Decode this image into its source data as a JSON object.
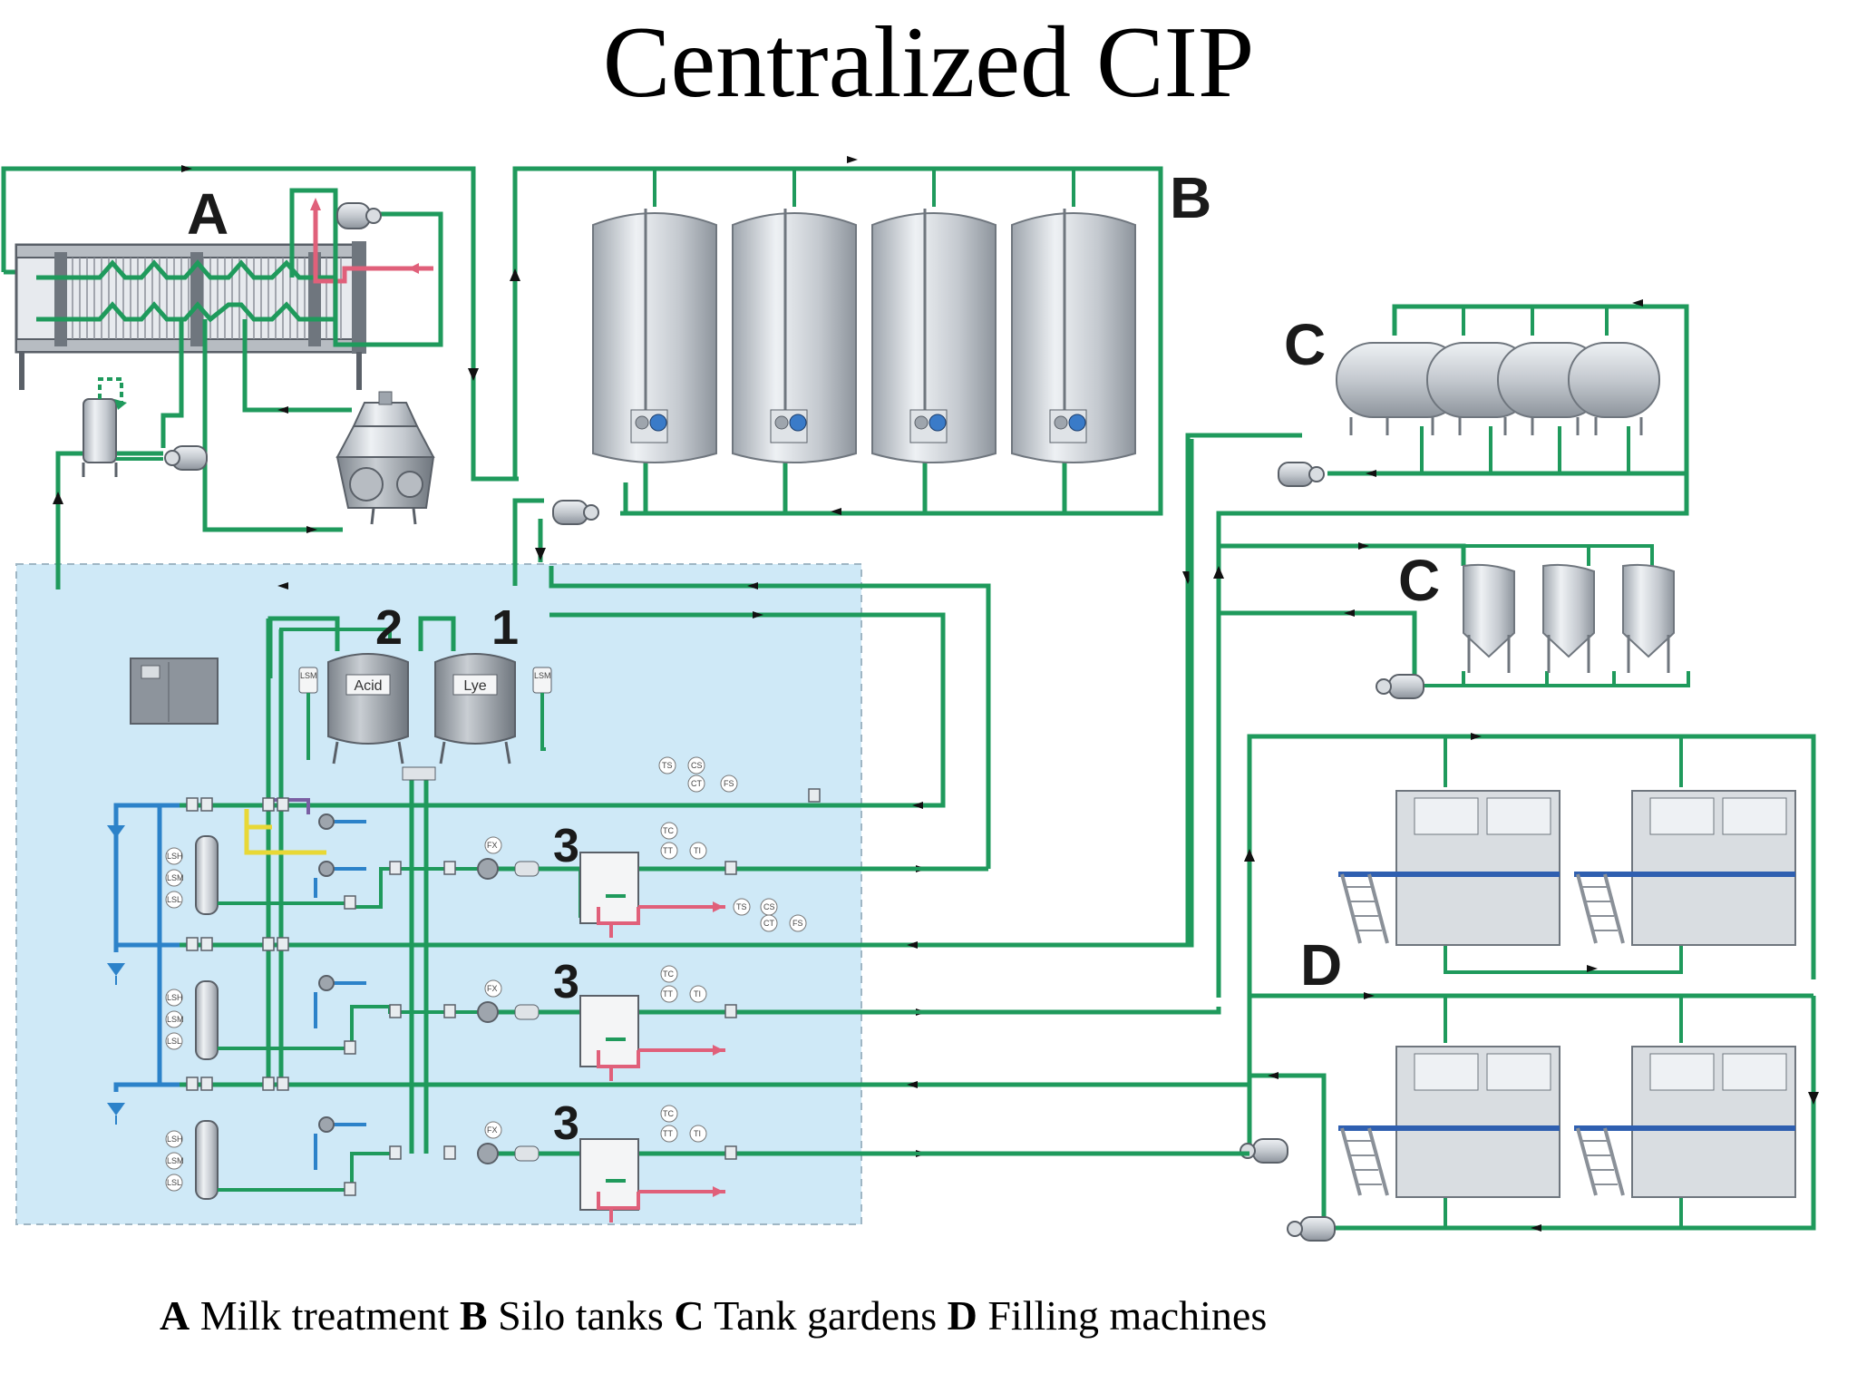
{
  "title": "Centralized CIP",
  "sections": {
    "milk_treatment": {
      "label": "A"
    },
    "silo_tanks": {
      "label": "B"
    },
    "tank_garden_horizontal": {
      "label": "C"
    },
    "tank_garden_vertical": {
      "label": "C"
    },
    "filling_machines": {
      "label": "D"
    }
  },
  "cip_station": {
    "tanks": [
      {
        "number": "2",
        "label": "Acid"
      },
      {
        "number": "1",
        "label": "Lye"
      }
    ],
    "lines": [
      {
        "number": "3",
        "instruments": [
          "LSH",
          "LSM",
          "LSL",
          "FX",
          "TC",
          "TT",
          "TI",
          "TS",
          "CS",
          "CT",
          "FS"
        ]
      },
      {
        "number": "3",
        "instruments": [
          "LSH",
          "LSM",
          "LSL",
          "FX",
          "TC",
          "TT",
          "TI",
          "TS",
          "CS",
          "CT",
          "FS"
        ]
      },
      {
        "number": "3",
        "instruments": [
          "LSH",
          "LSM",
          "LSL",
          "FX",
          "TC",
          "TT",
          "TI"
        ]
      }
    ],
    "level_switch": "LSM"
  },
  "caption": [
    {
      "key": "A",
      "text": "Milk treatment"
    },
    {
      "key": "B",
      "text": "Silo tanks"
    },
    {
      "key": "C",
      "text": "Tank gardens"
    },
    {
      "key": "D",
      "text": "Filling machines"
    }
  ],
  "colors": {
    "pipe": "#1f9a5c",
    "product_line": "#e0607a",
    "station_bg": "#cfe9f7",
    "steel": "#c8cdd3"
  }
}
